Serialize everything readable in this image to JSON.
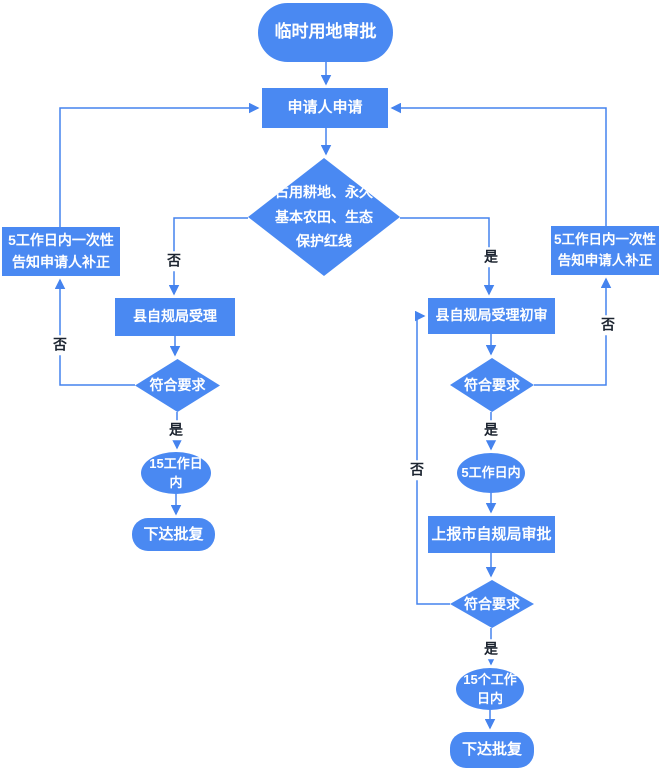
{
  "diagram": {
    "title": "临时用地审批",
    "colors": {
      "shape_fill": "#4a89f2",
      "connector": "#4583ee",
      "shape_text": "#ffffff",
      "edge_label_text": "#1c2430",
      "background": "#ffffff"
    },
    "nodes": {
      "start": "临时用地审批",
      "apply": "申请人申请",
      "main_decision": "占用耕地、永久\n基本农田、生态\n保护红线",
      "notify_left": "5工作日内一次性\n告知申请人补正",
      "notify_right": "5工作日内一次性\n告知申请人补正",
      "accept_left": "县自规局受理",
      "accept_right": "县自规局受理初审",
      "check_left": "符合要求",
      "check_right": "符合要求",
      "check_final": "符合要求",
      "duration_left": "15工作日\n内",
      "duration_right": "5工作日内",
      "duration_final": "15个工作\n日内",
      "approve_left": "下达批复",
      "submit_city": "上报市自规局审批",
      "approve_final": "下达批复"
    },
    "edge_labels": {
      "main_no": "否",
      "main_yes": "是",
      "left_check_no": "否",
      "left_check_yes": "是",
      "right_notify_no": "否",
      "right_check_yes": "是",
      "final_check_no": "否",
      "final_check_yes": "是"
    }
  }
}
